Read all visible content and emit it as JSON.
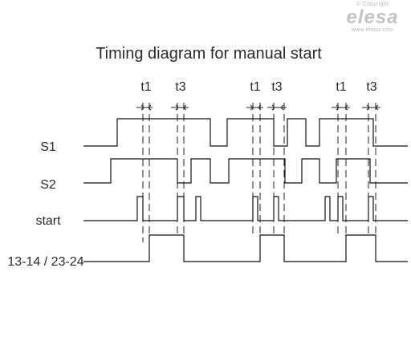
{
  "watermark": {
    "copyright": "© Copyright",
    "brand": "elesa",
    "url": "www.elesa.com"
  },
  "title": "Timing diagram for manual start",
  "time_markers": [
    "t1",
    "t3",
    "t1",
    "t3",
    "t1",
    "t3"
  ],
  "signals": [
    {
      "id": "s1",
      "label": "S1"
    },
    {
      "id": "s2",
      "label": "S2"
    },
    {
      "id": "start",
      "label": "start"
    },
    {
      "id": "output",
      "label": "13-14 / 23-24"
    }
  ]
}
